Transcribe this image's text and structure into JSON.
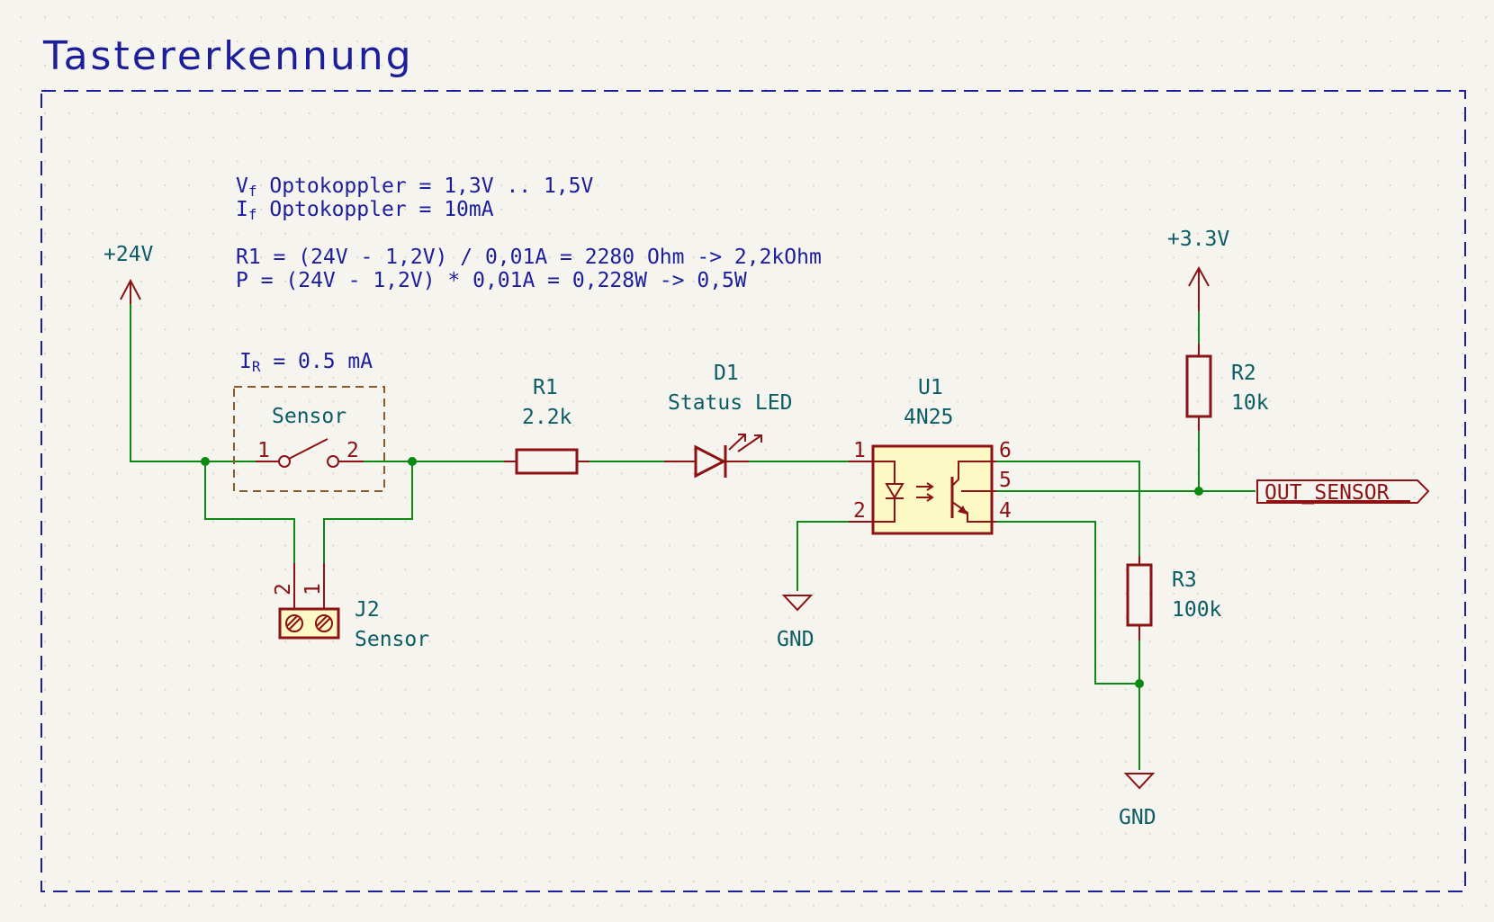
{
  "title": "Tastererkennung",
  "notes": {
    "vf_prefix": "V",
    "vf_sub": "f",
    "vf_rest": " Optokoppler = 1,3V .. 1,5V",
    "if_prefix": "I",
    "if_sub": "f",
    "if_rest": " Optokoppler = 10mA",
    "r1_calc": "R1 = (24V - 1,2V) / 0,01A = 2280 Ohm -> 2,2kOhm",
    "p_calc": "P = (24V - 1,2V) * 0,01A = 0,228W -> 0,5W",
    "ir_prefix": "I",
    "ir_sub": "R",
    "ir_rest": " = 0.5 mA"
  },
  "power": {
    "v24": "+24V",
    "v33": "+3.3V",
    "gnd1": "GND",
    "gnd2": "GND"
  },
  "components": {
    "sensor_box": {
      "label": "Sensor"
    },
    "sw": {
      "pin1": "1",
      "pin2": "2"
    },
    "j2": {
      "ref": "J2",
      "value": "Sensor",
      "pin1": "1",
      "pin2": "2"
    },
    "r1": {
      "ref": "R1",
      "value": "2.2k"
    },
    "d1": {
      "ref": "D1",
      "value": "Status LED"
    },
    "u1": {
      "ref": "U1",
      "value": "4N25",
      "pins": [
        "1",
        "2",
        "4",
        "5",
        "6"
      ]
    },
    "r2": {
      "ref": "R2",
      "value": "10k"
    },
    "r3": {
      "ref": "R3",
      "value": "100k"
    }
  },
  "net_label": "OUT_SENSOR",
  "colors": {
    "wire": "#0a8a10",
    "symbol": "#8c1214",
    "reference": "#0c5c64",
    "note_text": "#1d1e9c",
    "symbol_fill": "#fcf9c4",
    "background": "#f5f4ef"
  }
}
